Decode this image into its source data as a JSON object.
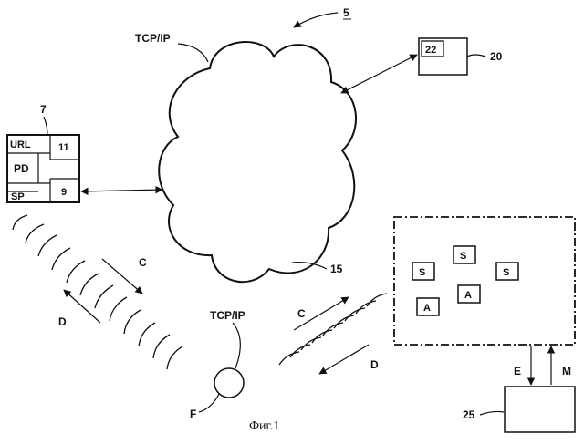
{
  "figure": {
    "system_ref": "5",
    "cloud_protocol": "TCP/IP",
    "cloud_ref": "15",
    "server": {
      "ref": "20",
      "inner_box": "22"
    },
    "device": {
      "ref": "7",
      "url_label": "URL",
      "pd_label": "PD",
      "sp_label": "SP",
      "box_11": "11",
      "box_9": "9"
    },
    "mobile": {
      "protocol": "TCP/IP",
      "label": "F"
    },
    "zone": {
      "sensors": [
        "S",
        "S",
        "S"
      ],
      "actuators": [
        "A",
        "A"
      ]
    },
    "controller": {
      "ref": "25",
      "arrow_down": "E",
      "arrow_up": "M"
    },
    "link_labels": {
      "c_left": "C",
      "d_left": "D",
      "c_right": "C",
      "d_right": "D"
    },
    "caption": "Фиг.1"
  }
}
